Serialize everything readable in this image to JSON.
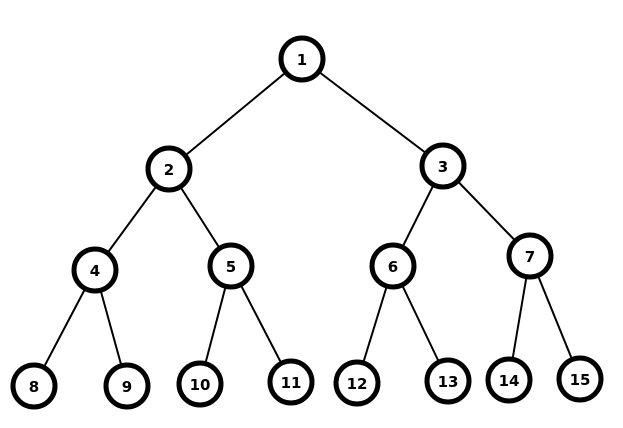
{
  "tree": {
    "nodes": [
      "1",
      "2",
      "3",
      "4",
      "5",
      "6",
      "7",
      "8",
      "9",
      "10",
      "11",
      "12",
      "13",
      "14",
      "15"
    ],
    "edges": [
      [
        "1",
        "2"
      ],
      [
        "1",
        "3"
      ],
      [
        "2",
        "4"
      ],
      [
        "2",
        "5"
      ],
      [
        "3",
        "6"
      ],
      [
        "3",
        "7"
      ],
      [
        "4",
        "8"
      ],
      [
        "4",
        "9"
      ],
      [
        "5",
        "10"
      ],
      [
        "5",
        "11"
      ],
      [
        "6",
        "12"
      ],
      [
        "6",
        "13"
      ],
      [
        "7",
        "14"
      ],
      [
        "7",
        "15"
      ]
    ],
    "colors": {
      "node_fill": "#ffffff",
      "node_stroke": "#000000",
      "edge": "#000000",
      "label": "#000000",
      "background": "#ffffff"
    }
  }
}
